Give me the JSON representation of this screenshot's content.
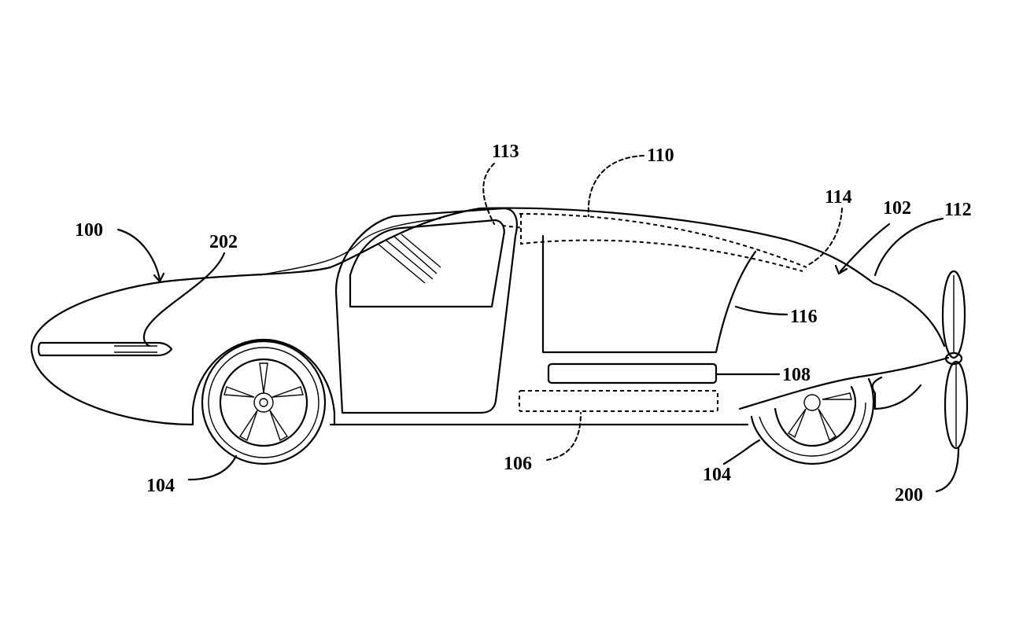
{
  "figure": {
    "labels": {
      "vehicle": "100",
      "headlight": "202",
      "door_frame": "113",
      "roof_panel": "110",
      "roof_edge": "114",
      "body": "102",
      "rear": "112",
      "rear_door": "116",
      "side_panel": "108",
      "battery": "106",
      "front_wheel": "104",
      "rear_wheel": "104",
      "propeller": "200"
    }
  }
}
